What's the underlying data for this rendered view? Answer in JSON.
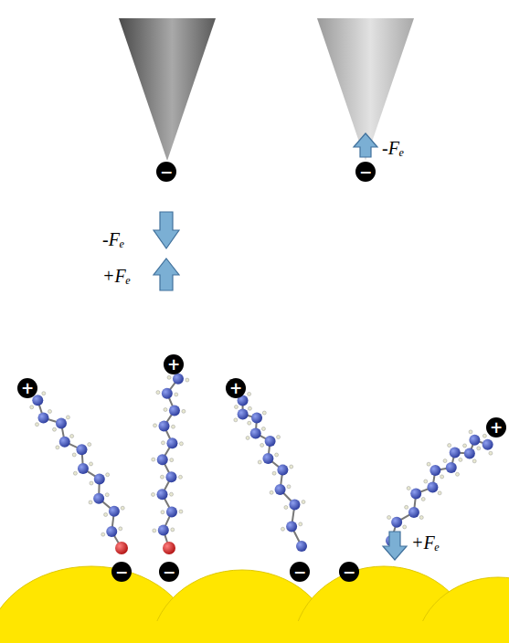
{
  "diagram": {
    "labels": [
      "−",
      "−",
      "-Fₑ",
      "-Fₑ",
      "+Fₑ",
      "+",
      "+",
      "+",
      "+",
      "+Fₑ",
      "−",
      "−",
      "−",
      "−"
    ]
  }
}
